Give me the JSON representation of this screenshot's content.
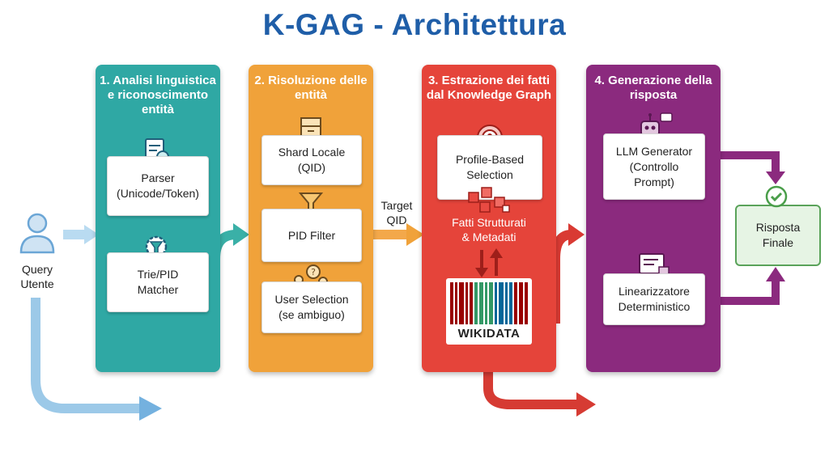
{
  "title": "K-GAG - Architettura",
  "query": {
    "line1": "Query",
    "line2": "Utente"
  },
  "panels": [
    {
      "title": "1. Analisi linguistica e riconoscimento entità",
      "boxes": [
        {
          "line1": "Parser",
          "line2": "(Unicode/Token)"
        },
        {
          "line1": "Trie/PID",
          "line2": "Matcher"
        }
      ]
    },
    {
      "title": "2. Risoluzione delle entità",
      "boxes": [
        {
          "line1": "Shard Locale",
          "line2": "(QID)"
        },
        {
          "line1": "PID Filter",
          "line2": ""
        },
        {
          "line1": "User Selection",
          "line2": "(se ambiguo)"
        }
      ]
    },
    {
      "title": "3. Estrazione dei fatti dal Knowledge Graph",
      "boxes": [
        {
          "line1": "Profile-Based",
          "line2": "Selection"
        }
      ],
      "facts": {
        "line1": "Fatti Strutturati",
        "line2": "& Metadati"
      },
      "logo": "WIKIDATA"
    },
    {
      "title": "4. Generazione della risposta",
      "boxes": [
        {
          "line1": "LLM Generator",
          "line2": "(Controllo",
          "line3": "Prompt)"
        },
        {
          "line1": "Linearizzatore",
          "line2": "Deterministico"
        }
      ]
    }
  ],
  "target": {
    "line1": "Target",
    "line2": "QID"
  },
  "final": {
    "line1": "Risposta",
    "line2": "Finale"
  },
  "colors": {
    "title": "#1f5ea8",
    "teal": "#2fa8a4",
    "orange": "#f0a23a",
    "red": "#e5443a",
    "purple": "#8b2a7e",
    "final_bg": "#e6f4e4",
    "final_border": "#5aa35a",
    "blue_arrow": "#9cc9e8"
  }
}
